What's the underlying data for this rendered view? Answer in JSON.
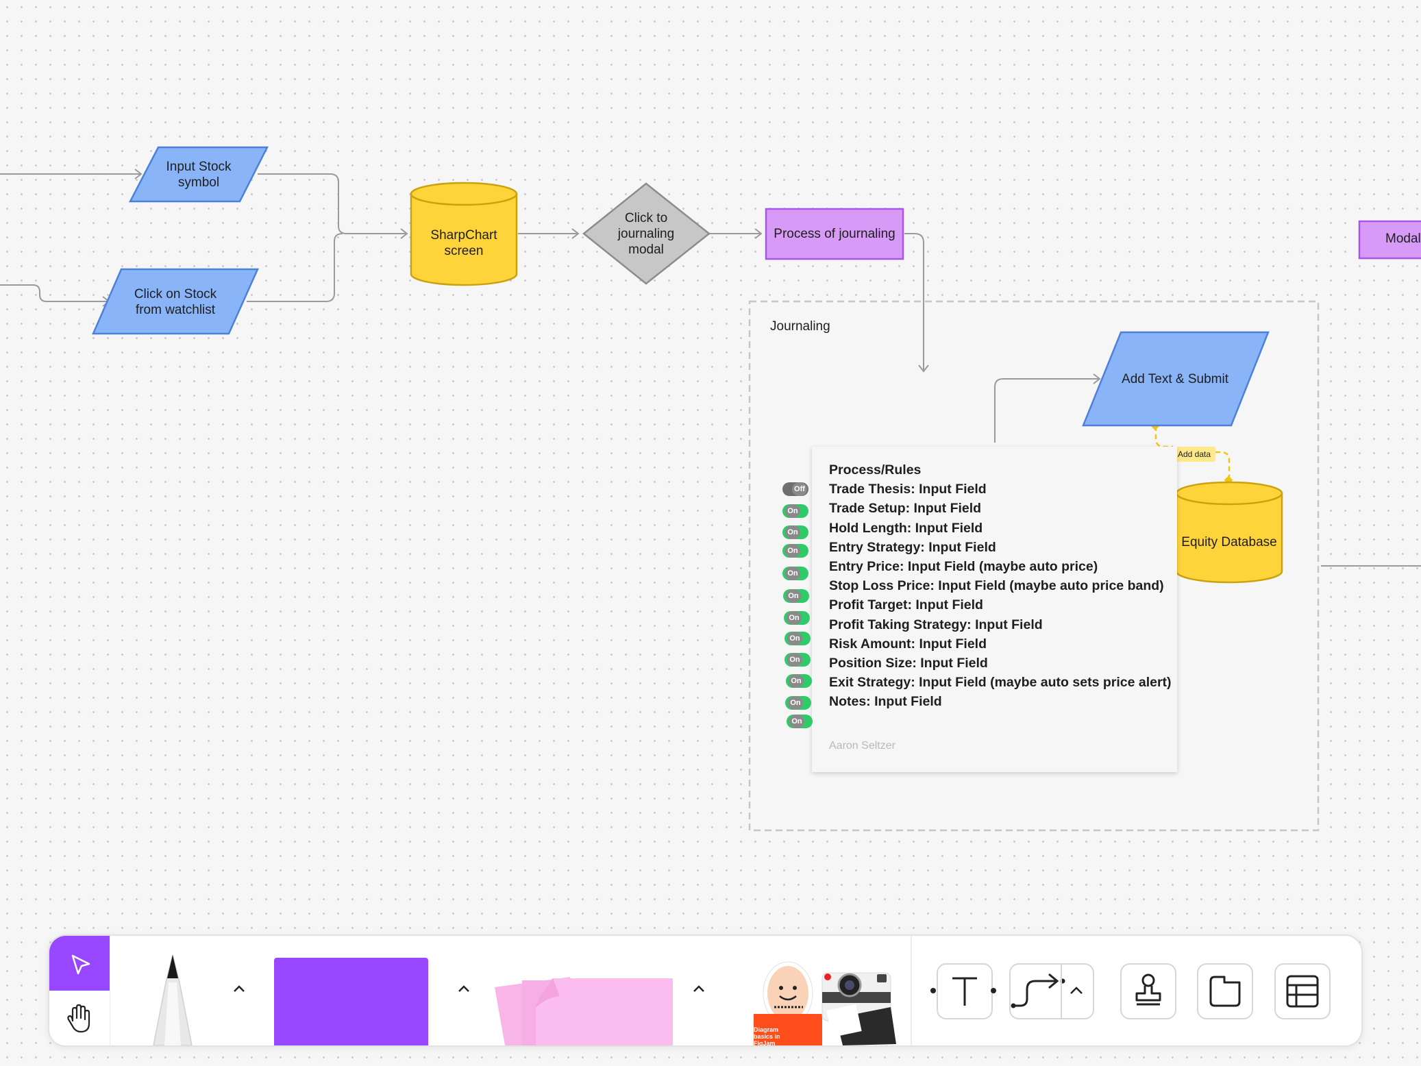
{
  "flowchart": {
    "nodes": {
      "input_stock_symbol": "Input Stock\nsymbol",
      "click_on_stock": "Click on Stock\nfrom watchlist",
      "sharpchart_screen": "SharpChart\nscreen",
      "click_to_journaling": "Click to\njournaling\nmodal",
      "process_of_journaling": "Process of journaling",
      "modal": "Modal",
      "add_text_submit": "Add Text & Submit",
      "equity_database": "Equity Database"
    },
    "connector_label": "Add data",
    "section": {
      "label": "Journaling"
    }
  },
  "sticky_note": {
    "heading": "Process/Rules",
    "rules": [
      {
        "text": "Trade Thesis: Input Field",
        "toggle": "Off"
      },
      {
        "text": "Trade Setup: Input Field",
        "toggle": "On"
      },
      {
        "text": "Hold Length: Input Field",
        "toggle": "On"
      },
      {
        "text": "Entry Strategy: Input Field",
        "toggle": "On"
      },
      {
        "text": "Entry Price: Input Field  (maybe auto price)",
        "toggle": "On"
      },
      {
        "text": "Stop Loss Price: Input Field  (maybe auto price band)",
        "toggle": "On"
      },
      {
        "text": "Profit Target: Input Field",
        "toggle": "On"
      },
      {
        "text": "Profit Taking Strategy: Input Field",
        "toggle": "On"
      },
      {
        "text": "Risk Amount: Input Field",
        "toggle": "On"
      },
      {
        "text": "Position Size: Input Field",
        "toggle": "On"
      },
      {
        "text": "Exit Strategy: Input Field  (maybe auto sets price alert)",
        "toggle": "On"
      },
      {
        "text": "Notes: Input Field",
        "toggle": "On"
      }
    ],
    "author": "Aaron Seltzer"
  },
  "toolbar": {
    "tools": [
      "select-tool",
      "hand-tool",
      "pen-tool",
      "shape-tool",
      "sticky-note-tool",
      "stickers-tool",
      "text-tool",
      "connector-tool",
      "stamp-tool",
      "section-tool",
      "table-tool"
    ],
    "sticker_caption": "Diagram\nbasics in\nFigJam"
  },
  "colors": {
    "blue_node": "#8ab4f8",
    "yellow_node": "#ffd43b",
    "purple_node": "#d89af7",
    "gray_diamond": "#c7c7c7",
    "accent": "#9747ff",
    "toggle_on": "#2fcb69"
  }
}
